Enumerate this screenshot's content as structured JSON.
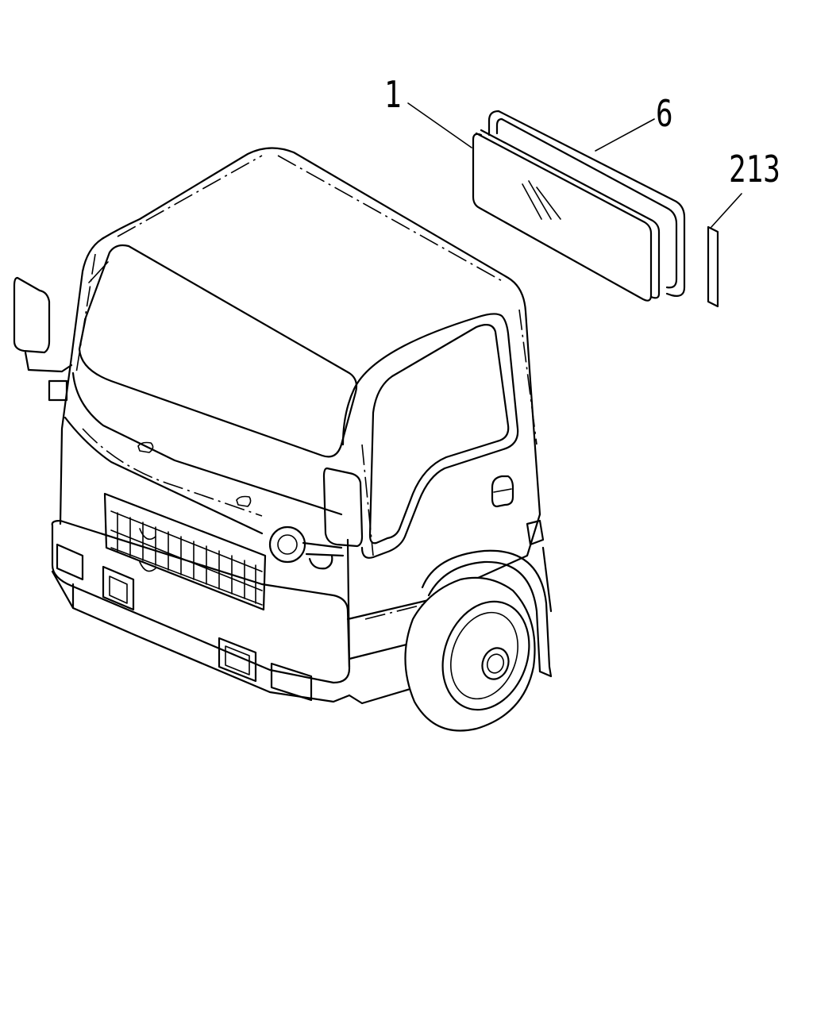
{
  "callouts": {
    "glass": "1",
    "seal": "6",
    "strip": "213"
  }
}
